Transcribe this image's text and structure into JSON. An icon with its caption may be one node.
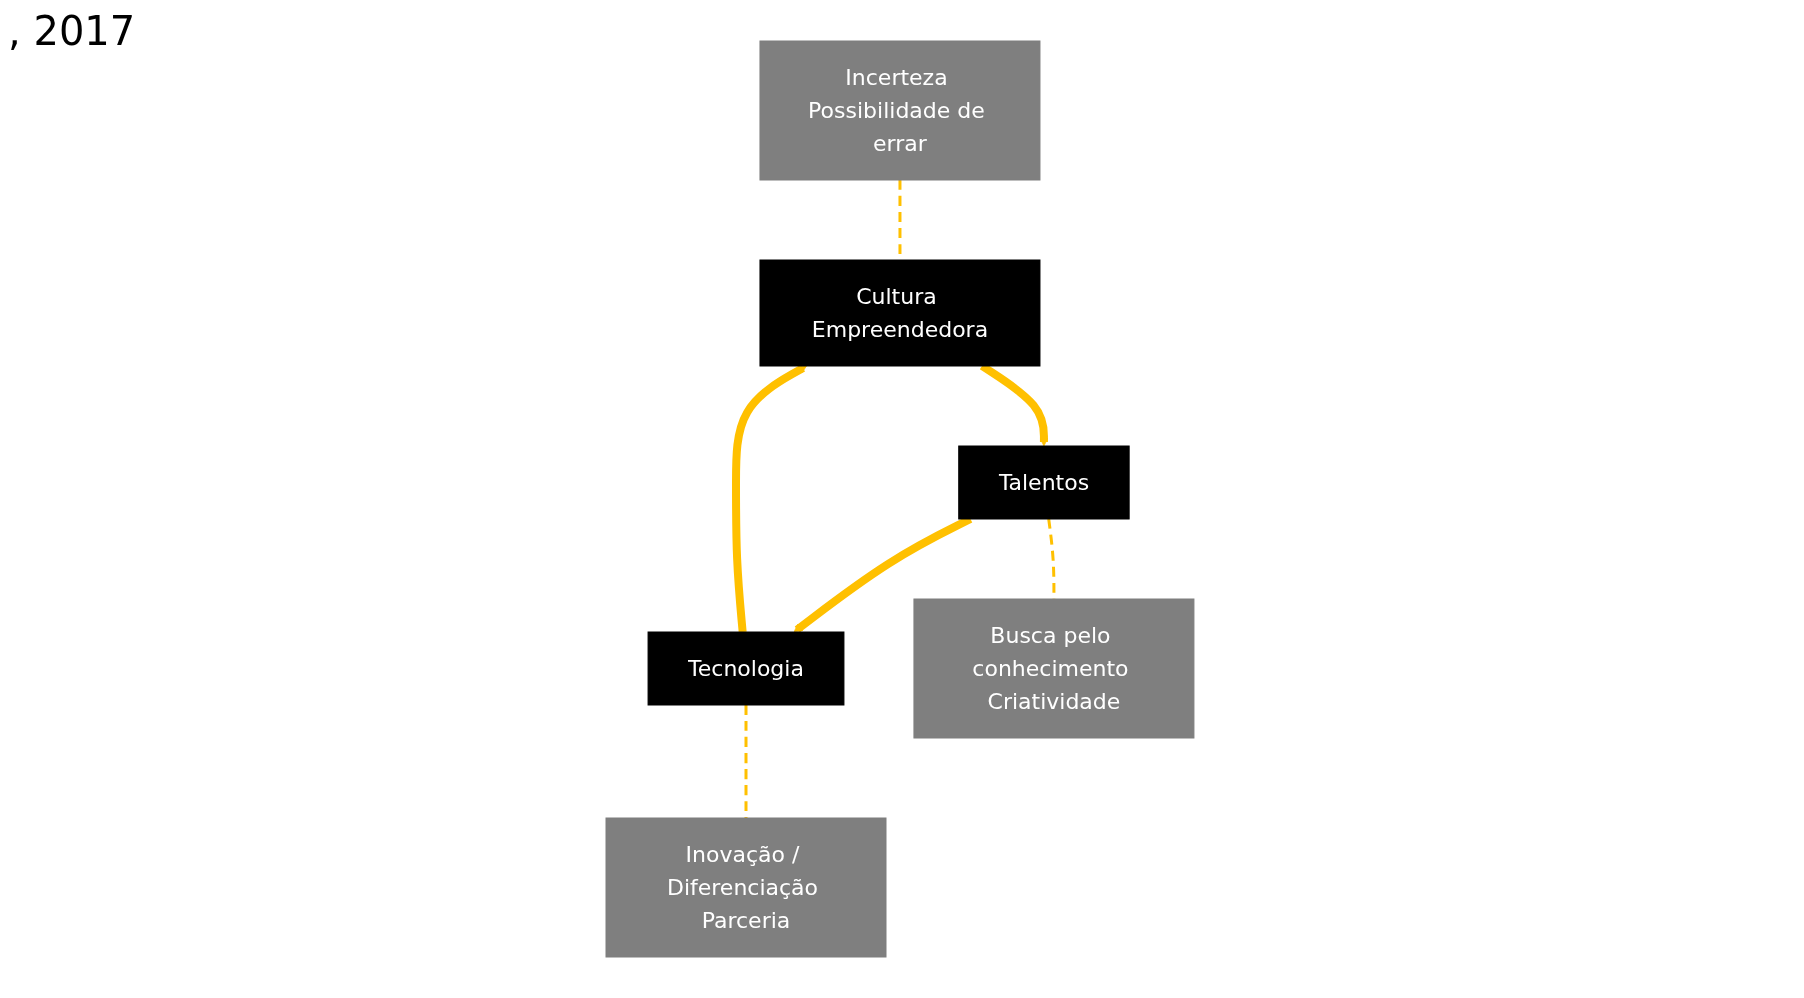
{
  "diagram": {
    "nodes": [
      {
        "text": [
          "Incerteza Possibilidade de errar"
        ]
      },
      {
        "text": [
          "Cultura Empreendedora"
        ]
      },
      {
        "text": [
          "Tecnologia"
        ]
      },
      {
        "text": [
          "Talentos"
        ]
      },
      {
        "text": [
          "Inovação / Diferenciação Parceria"
        ]
      },
      {
        "text": [
          "Busca pelo conhecimento Criatividade"
        ]
      }
    ],
    "edges": [
      {
        "from": 0,
        "to": 1,
        "arrow": "none",
        "style": "dashed"
      },
      {
        "from": 1,
        "to": 3,
        "arrow": "to",
        "style": "thick"
      },
      {
        "from": 3,
        "to": 2,
        "arrow": "to",
        "style": "thick"
      },
      {
        "from": 2,
        "to": 1,
        "arrow": "to",
        "style": "thick"
      },
      {
        "from": 2,
        "to": 4,
        "arrow": "none",
        "style": "dashed"
      },
      {
        "from": 3,
        "to": 5,
        "arrow": "none",
        "style": "dashed"
      }
    ],
    "labels": [
      ", 2017"
    ]
  }
}
